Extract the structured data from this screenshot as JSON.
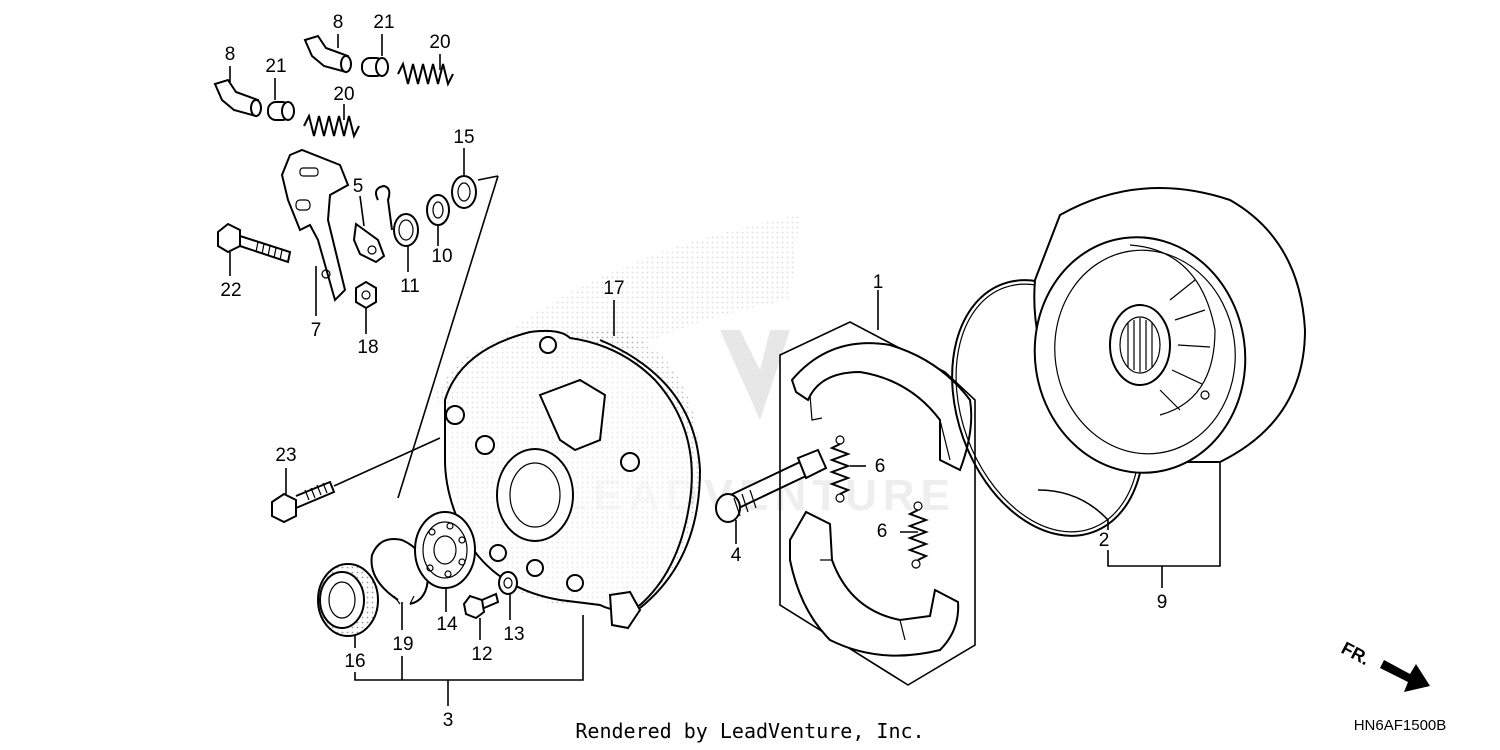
{
  "diagram": {
    "credit": "Rendered by LeadVenture, Inc.",
    "drawing_code": "HN6AF1500B",
    "direction_label": "FR.",
    "watermark": "LEADVENTURE",
    "callouts": [
      "8",
      "21",
      "20",
      "8",
      "21",
      "20",
      "15",
      "5",
      "10",
      "11",
      "22",
      "7",
      "18",
      "17",
      "1",
      "23",
      "6",
      "6",
      "4",
      "2",
      "9",
      "16",
      "19",
      "14",
      "12",
      "13",
      "3"
    ]
  }
}
